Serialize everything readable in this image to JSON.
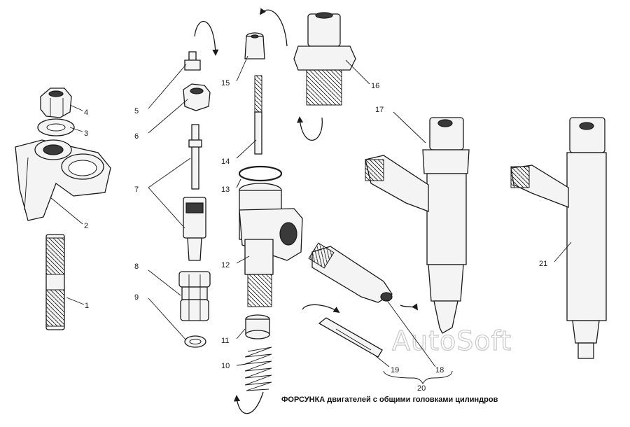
{
  "caption": "ФОРСУНКА двигателей с общими головками цилиндров",
  "watermark": "AutoSoft",
  "labels": {
    "l1": "1",
    "l2": "2",
    "l3": "3",
    "l4": "4",
    "l5": "5",
    "l6": "6",
    "l7": "7",
    "l8": "8",
    "l9": "9",
    "l10": "10",
    "l11": "11",
    "l12": "12",
    "l13": "13",
    "l14": "14",
    "l15": "15",
    "l16": "16",
    "l17": "17",
    "l18": "18",
    "l19": "19",
    "l20": "20",
    "l21": "21"
  }
}
